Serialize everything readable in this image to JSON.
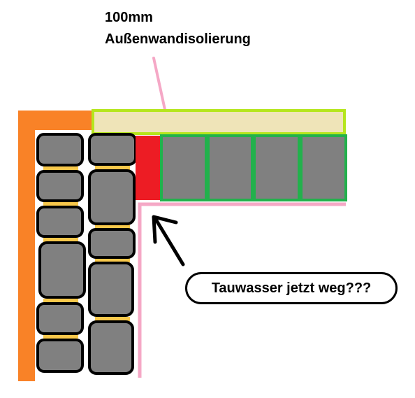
{
  "insulation_label": {
    "line1": "100mm",
    "line2": "Außenwandisolierung"
  },
  "question_bubble": {
    "text": "Tauwasser jetzt weg???"
  },
  "colors": {
    "outer_wall": "#f98227",
    "insulation_fill": "#efe4b8",
    "insulation_border": "#b5e61d",
    "stone": "#808080",
    "mortar": "#f8c84b",
    "ceiling_block_border": "#22b14c",
    "cold_bridge": "#ed1c24",
    "interior_line": "#f5a8c6",
    "label_pointer": "#f5a8c6",
    "arrow": "#000000"
  }
}
